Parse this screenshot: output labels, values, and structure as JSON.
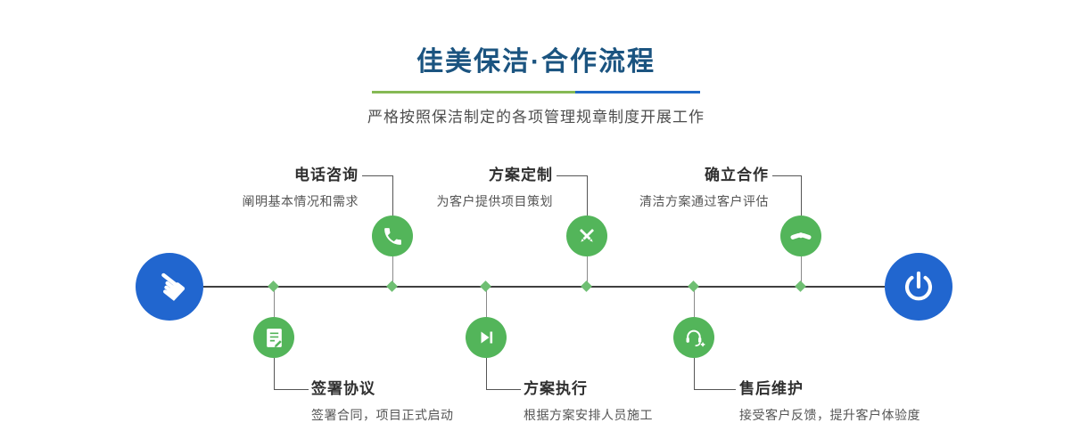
{
  "header": {
    "title": "佳美保洁·合作流程",
    "subtitle": "严格按照保洁制定的各项管理规章制度开展工作"
  },
  "flow": {
    "start_icon": "hand-pointer-icon",
    "end_icon": "power-icon",
    "steps_top": [
      {
        "label": "电话咨询",
        "desc": "阐明基本情况和需求",
        "icon": "phone-icon"
      },
      {
        "label": "方案定制",
        "desc": "为客户提供项目策划",
        "icon": "pencil-ruler-icon"
      },
      {
        "label": "确立合作",
        "desc": "清洁方案通过客户评估",
        "icon": "handshake-icon"
      }
    ],
    "steps_bottom": [
      {
        "label": "签署协议",
        "desc": "签署合同，项目正式启动",
        "icon": "contract-icon"
      },
      {
        "label": "方案执行",
        "desc": "根据方案安排人员施工",
        "icon": "play-icon"
      },
      {
        "label": "售后维护",
        "desc": "接受客户反馈，提升客户体验度",
        "icon": "headset-icon"
      }
    ]
  },
  "colors": {
    "title_text": "#1b5480",
    "divider_green": "#85b954",
    "divider_blue": "#1e68c6",
    "node_green": "#53b55a",
    "node_blue": "#2166cf",
    "timeline": "#3f3f3f"
  }
}
